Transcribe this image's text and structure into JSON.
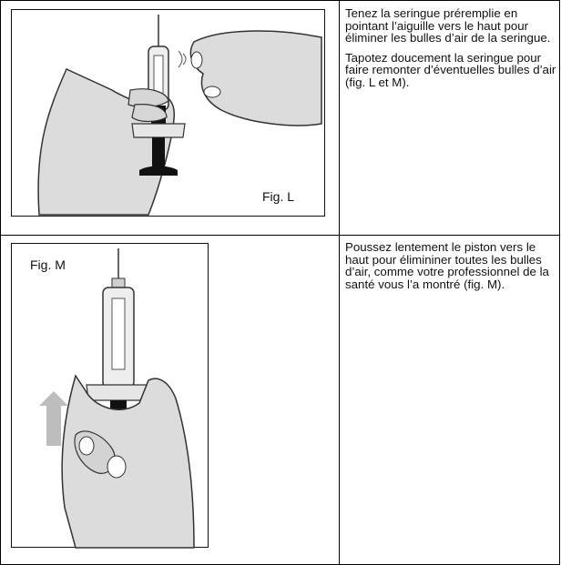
{
  "rows": [
    {
      "figure_label": "Fig. L",
      "paragraphs": [
        "Tenez la seringue préremplie en pointant l’aiguille vers le haut pour éliminer les bulles d’air de la seringue.",
        "Tapotez doucement la seringue pour faire remonter d’éventuelles bulles d’air (fig. L et M)."
      ]
    },
    {
      "figure_label": "Fig. M",
      "paragraphs": [
        "Poussez lentement le piston vers le haut pour élimininer toutes les bulles d’air, comme votre professionnel de la santé vous l’a montré (fig. M)."
      ]
    }
  ]
}
